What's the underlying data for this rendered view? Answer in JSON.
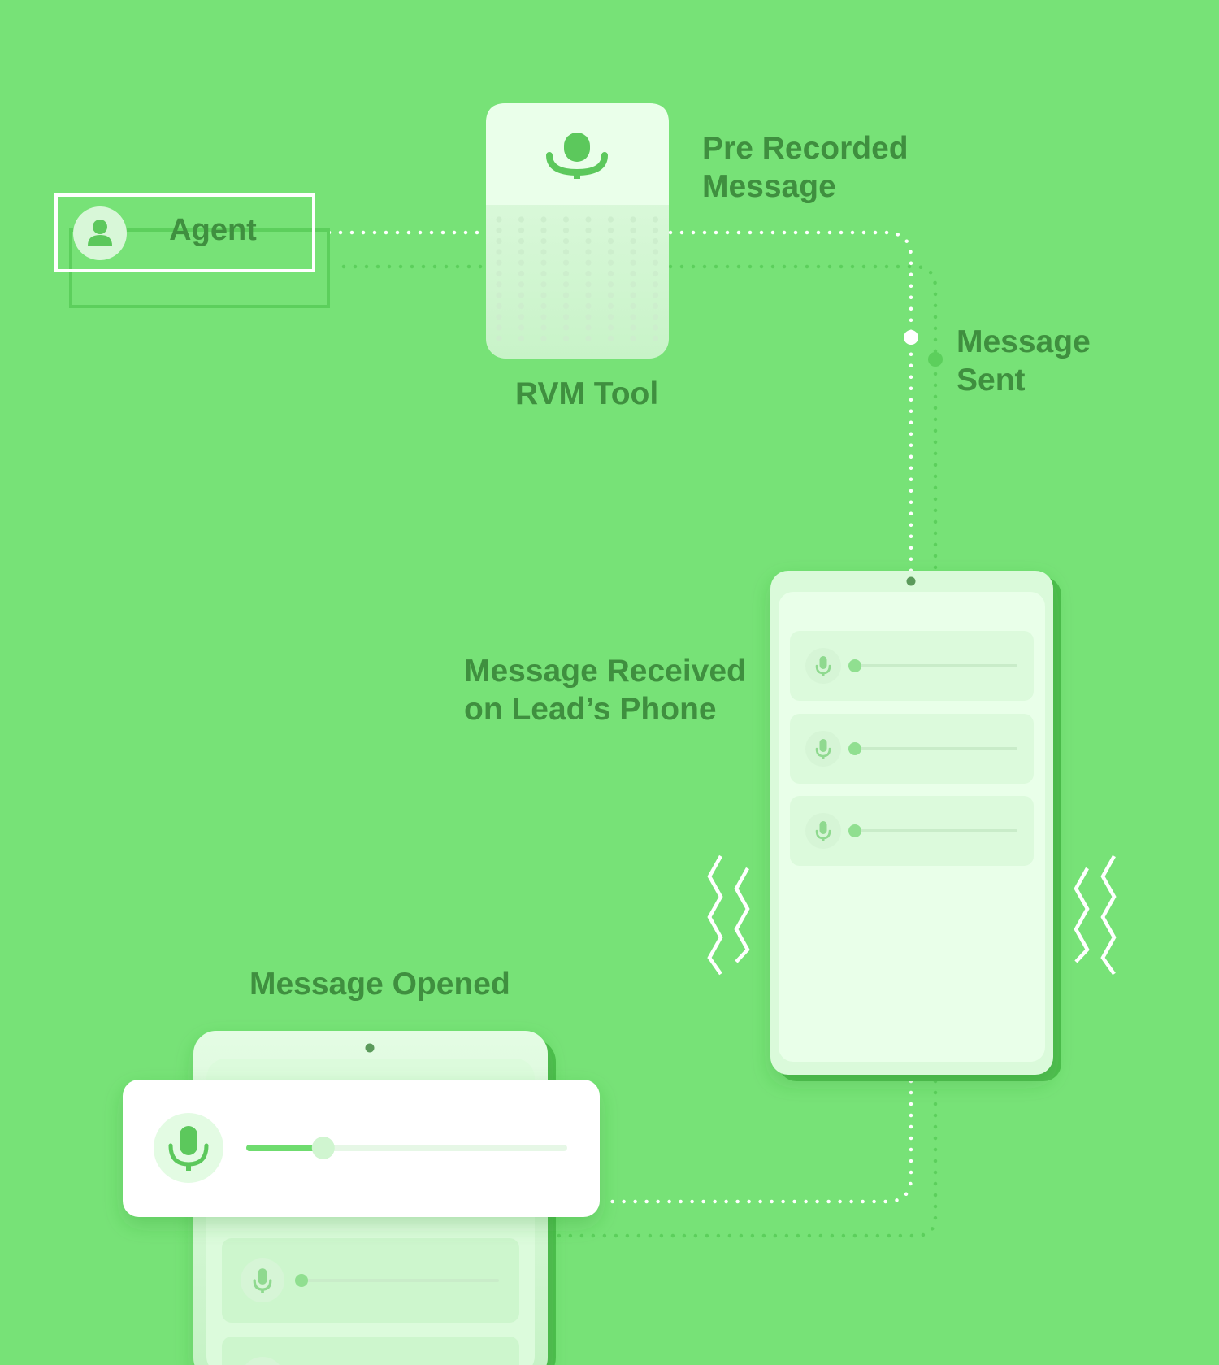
{
  "agent": {
    "label": "Agent"
  },
  "rvm_tool": {
    "label": "RVM Tool"
  },
  "steps": {
    "pre_recorded": {
      "line1": "Pre Recorded",
      "line2": "Message"
    },
    "message_sent": {
      "line1": "Message",
      "line2": "Sent"
    },
    "received": {
      "line1": "Message Received",
      "line2": "on Lead’s Phone"
    },
    "opened": {
      "label": "Message Opened"
    }
  },
  "icons": {
    "agent": "user-avatar-icon",
    "rvm": "microphone-icon",
    "message": "microphone-icon",
    "vibration": "vibration-zigzag-icon"
  },
  "playback": {
    "progress": 0.24
  },
  "colors": {
    "background": "#77e277",
    "label_text": "#3f8f3f",
    "panel": "#e9ffe9",
    "accent": "#5cc85c",
    "phone_shadow": "#4fbf4f",
    "white": "#ffffff"
  }
}
